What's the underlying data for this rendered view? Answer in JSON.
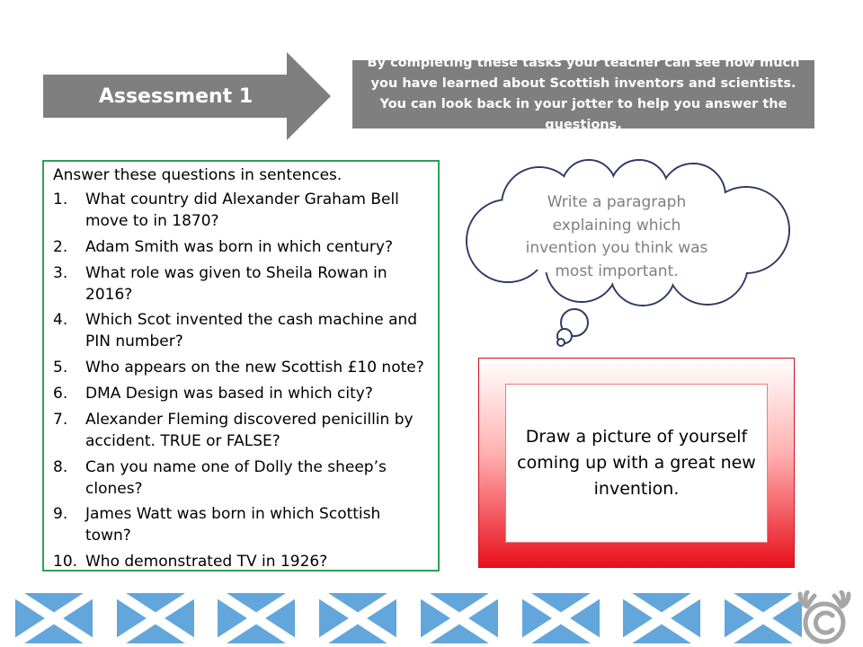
{
  "header": {
    "title": "Assessment 1",
    "intro": "By completing these tasks your teacher can see how much you have learned about Scottish inventors and scientists. You can look back in your jotter to help you answer the questions."
  },
  "questions": {
    "heading": "Answer these questions in sentences.",
    "items": [
      {
        "num": "1.",
        "text": "What country did Alexander Graham Bell move to in 1870?"
      },
      {
        "num": "2.",
        "text": "Adam Smith was born in which century?"
      },
      {
        "num": "3.",
        "text": "What role was given to Sheila Rowan in 2016?"
      },
      {
        "num": "4.",
        "text": "Which Scot invented the cash machine and PIN number?"
      },
      {
        "num": "5.",
        "text": "Who appears on the new Scottish £10 note?"
      },
      {
        "num": "6.",
        "text": "DMA Design was based in which city?"
      },
      {
        "num": "7.",
        "text": "Alexander Fleming discovered penicillin by accident. TRUE or FALSE?"
      },
      {
        "num": "8.",
        "text": "Can you name one of Dolly the sheep’s clones?"
      },
      {
        "num": "9.",
        "text": "James Watt was born in which Scottish town?"
      },
      {
        "num": "10.",
        "text": "Who demonstrated TV in 1926?"
      }
    ]
  },
  "thought_cloud": {
    "text": "Write a paragraph explaining which invention you think was most important."
  },
  "drawing_task": {
    "text": "Draw a picture of yourself coming up with a great new invention."
  },
  "footer": {
    "flag_icon": "scottish-saltire-flag-icon",
    "flag_count": 8,
    "logo_icon": "moose-copyright-logo-icon"
  },
  "colors": {
    "arrow": "#7f7f7f",
    "intro_box": "#7f7f7f",
    "question_border": "#2ea055",
    "cloud_outline": "#2f3a66",
    "cloud_text": "#7f7f7f",
    "frame_red": "#e8101c",
    "flag_blue": "#62a6dc",
    "logo_grey": "#a6a6a6"
  }
}
